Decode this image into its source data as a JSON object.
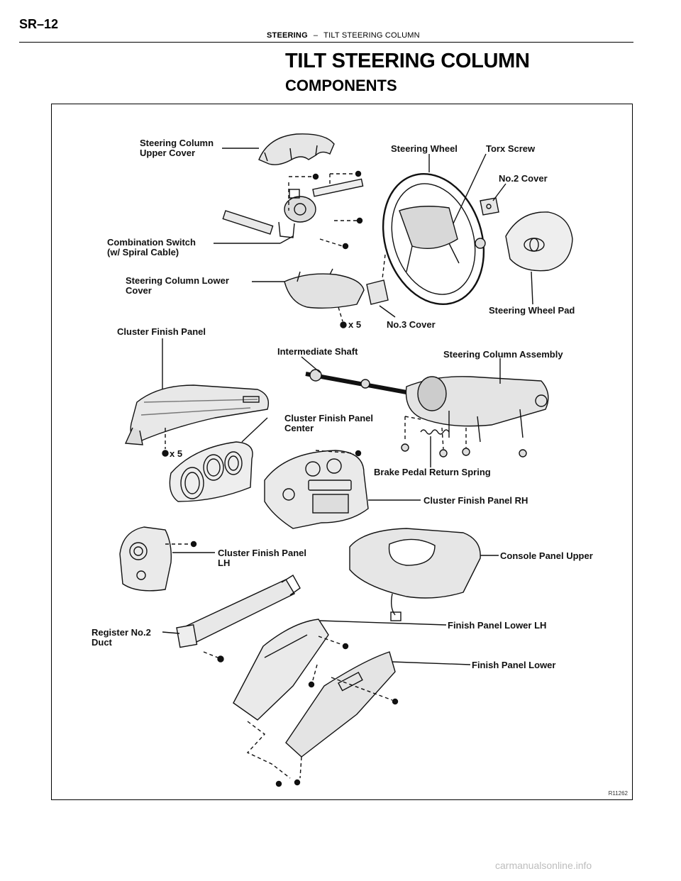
{
  "header": {
    "page_code": "SR–12",
    "section": "STEERING",
    "separator": "–",
    "subsection": "TILT STEERING COLUMN"
  },
  "title": "TILT STEERING COLUMN",
  "subtitle": "COMPONENTS",
  "figure": {
    "id": "R11262",
    "labels": {
      "column_upper_cover": [
        "Steering Column",
        "Upper Cover"
      ],
      "steering_wheel": "Steering Wheel",
      "torx_screw": "Torx Screw",
      "no2_cover": "No.2 Cover",
      "combination_switch": [
        "Combination Switch",
        "(w/ Spiral Cable)"
      ],
      "column_lower_cover": [
        "Steering Column Lower",
        "Cover"
      ],
      "steering_wheel_pad": "Steering Wheel Pad",
      "screw_count_upper": "x 5",
      "no3_cover": "No.3 Cover",
      "cluster_finish_panel": "Cluster Finish Panel",
      "intermediate_shaft": "Intermediate Shaft",
      "column_assembly": "Steering Column Assembly",
      "cluster_finish_panel_center": [
        "Cluster Finish Panel",
        "Center"
      ],
      "screw_count_lower": "x 5",
      "brake_pedal_return_spring": "Brake Pedal Return Spring",
      "cluster_finish_panel_rh": "Cluster Finish Panel RH",
      "cluster_finish_panel_lh": [
        "Cluster Finish Panel",
        "LH"
      ],
      "console_panel_upper": "Console Panel Upper",
      "register_no2_duct": [
        "Register No.2",
        "Duct"
      ],
      "finish_panel_lower_lh": "Finish Panel Lower LH",
      "finish_panel_lower": "Finish Panel Lower"
    }
  },
  "watermark": "carmanualsonline.info"
}
